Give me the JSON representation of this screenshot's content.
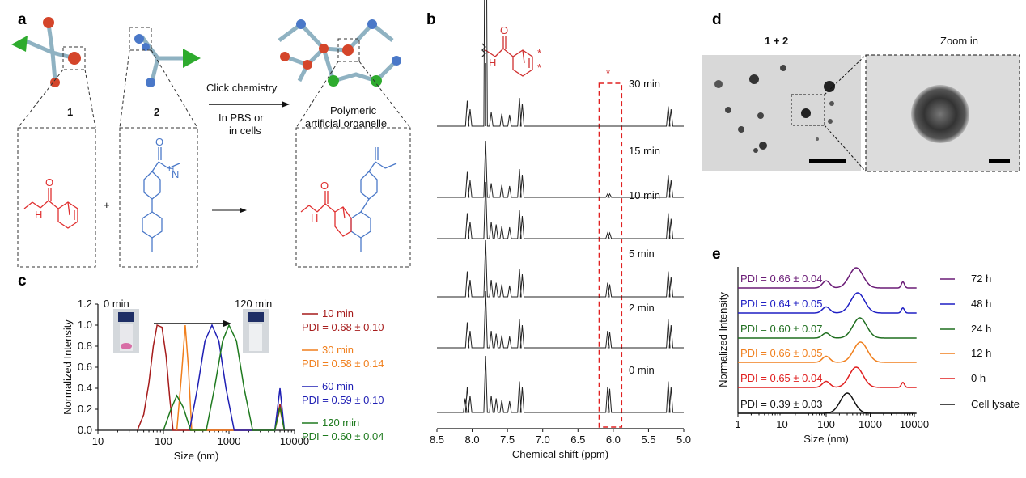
{
  "panels": {
    "a": "a",
    "b": "b",
    "c": "c",
    "d": "d",
    "e": "e"
  },
  "panel_a": {
    "compound1": "1",
    "compound2": "2",
    "arrow_line1": "Click chemistry",
    "arrow_line2": "In PBS or",
    "arrow_line3": "in cells",
    "product_line1": "Polymeric",
    "product_line2": "artificial organelle",
    "plus": "+",
    "struct_O": "O",
    "struct_H": "H",
    "struct_N": "N"
  },
  "panel_d": {
    "label_left": "1 + 2",
    "label_right": "Zoom in"
  },
  "chart_data": [
    {
      "id": "c",
      "type": "line",
      "xscale": "log",
      "xlabel": "Size (nm)",
      "ylabel": "Normalized Intensity",
      "xlim": [
        10,
        10000
      ],
      "ylim": [
        0.0,
        1.2
      ],
      "xticks": [
        "10",
        "100",
        "1000",
        "10000"
      ],
      "yticks": [
        "0.0",
        "0.2",
        "0.4",
        "0.6",
        "0.8",
        "1.0",
        "1.2"
      ],
      "inset_left": "0 min",
      "inset_right": "120 min",
      "series": [
        {
          "name": "10 min",
          "pdi": "PDI = 0.68 ± 0.10",
          "color": "#a61c1c",
          "points": [
            [
              40,
              0
            ],
            [
              50,
              0.15
            ],
            [
              60,
              0.45
            ],
            [
              70,
              0.8
            ],
            [
              80,
              1.0
            ],
            [
              95,
              0.98
            ],
            [
              110,
              0.7
            ],
            [
              125,
              0.3
            ],
            [
              140,
              0
            ],
            [
              5000,
              0
            ],
            [
              6000,
              0.25
            ],
            [
              7000,
              0
            ]
          ]
        },
        {
          "name": "30 min",
          "pdi": "PDI = 0.58 ± 0.14",
          "color": "#f07f1d",
          "points": [
            [
              160,
              0
            ],
            [
              190,
              0.55
            ],
            [
              215,
              1.0
            ],
            [
              240,
              0.6
            ],
            [
              270,
              0
            ],
            [
              5000,
              0
            ],
            [
              6000,
              0.2
            ],
            [
              7000,
              0
            ]
          ]
        },
        {
          "name": "60 min",
          "pdi": "PDI = 0.59 ± 0.10",
          "color": "#1f1fb4",
          "points": [
            [
              250,
              0
            ],
            [
              330,
              0.4
            ],
            [
              430,
              0.85
            ],
            [
              550,
              1.0
            ],
            [
              700,
              0.85
            ],
            [
              900,
              0.4
            ],
            [
              1200,
              0
            ],
            [
              5000,
              0
            ],
            [
              6000,
              0.4
            ],
            [
              7000,
              0
            ]
          ]
        },
        {
          "name": "120 min",
          "pdi": "PDI = 0.60 ± 0.04",
          "color": "#1f7a1f",
          "points": [
            [
              100,
              0
            ],
            [
              130,
              0.2
            ],
            [
              160,
              0.33
            ],
            [
              200,
              0.22
            ],
            [
              260,
              0
            ],
            [
              450,
              0
            ],
            [
              600,
              0.4
            ],
            [
              800,
              0.85
            ],
            [
              1000,
              1.0
            ],
            [
              1300,
              0.85
            ],
            [
              1700,
              0.4
            ],
            [
              2300,
              0
            ],
            [
              5000,
              0
            ],
            [
              6000,
              0.22
            ],
            [
              7000,
              0
            ]
          ]
        }
      ]
    },
    {
      "id": "b",
      "type": "line",
      "xlabel": "Chemical shift (ppm)",
      "ylabel": "",
      "xlim": [
        8.5,
        5.0
      ],
      "xticks": [
        "8.5",
        "8.0",
        "7.5",
        "7.0",
        "6.5",
        "6.0",
        "5.5",
        "5.0"
      ],
      "highlight_marker": "*",
      "highlight_range": [
        6.2,
        5.88
      ],
      "series": [
        {
          "name": "30 min",
          "peaks": [
            [
              8.07,
              0.45
            ],
            [
              8.03,
              0.3
            ],
            [
              7.81,
              1.0
            ],
            [
              7.73,
              0.25
            ],
            [
              7.58,
              0.22
            ],
            [
              7.47,
              0.2
            ],
            [
              7.33,
              0.5
            ],
            [
              7.29,
              0.4
            ],
            [
              5.22,
              0.35
            ],
            [
              5.18,
              0.3
            ]
          ]
        },
        {
          "name": "15 min",
          "peaks": [
            [
              8.07,
              0.45
            ],
            [
              8.03,
              0.3
            ],
            [
              7.81,
              1.0
            ],
            [
              7.73,
              0.25
            ],
            [
              7.58,
              0.22
            ],
            [
              7.47,
              0.2
            ],
            [
              7.33,
              0.5
            ],
            [
              7.29,
              0.4
            ],
            [
              6.08,
              0.06
            ],
            [
              6.05,
              0.06
            ],
            [
              5.22,
              0.4
            ],
            [
              5.18,
              0.3
            ]
          ]
        },
        {
          "name": "10 min",
          "peaks": [
            [
              8.07,
              0.45
            ],
            [
              8.03,
              0.3
            ],
            [
              7.81,
              1.0
            ],
            [
              7.73,
              0.3
            ],
            [
              7.66,
              0.25
            ],
            [
              7.58,
              0.22
            ],
            [
              7.47,
              0.2
            ],
            [
              7.33,
              0.5
            ],
            [
              7.29,
              0.4
            ],
            [
              6.08,
              0.1
            ],
            [
              6.05,
              0.1
            ],
            [
              5.22,
              0.45
            ],
            [
              5.18,
              0.35
            ]
          ]
        },
        {
          "name": "5 min",
          "peaks": [
            [
              8.07,
              0.45
            ],
            [
              8.03,
              0.3
            ],
            [
              7.81,
              1.0
            ],
            [
              7.73,
              0.3
            ],
            [
              7.66,
              0.25
            ],
            [
              7.58,
              0.22
            ],
            [
              7.47,
              0.2
            ],
            [
              7.33,
              0.5
            ],
            [
              7.29,
              0.4
            ],
            [
              6.08,
              0.25
            ],
            [
              6.05,
              0.22
            ],
            [
              5.22,
              0.45
            ],
            [
              5.18,
              0.35
            ]
          ]
        },
        {
          "name": "2 min",
          "peaks": [
            [
              8.07,
              0.45
            ],
            [
              8.03,
              0.3
            ],
            [
              7.81,
              1.0
            ],
            [
              7.73,
              0.3
            ],
            [
              7.66,
              0.25
            ],
            [
              7.58,
              0.22
            ],
            [
              7.47,
              0.2
            ],
            [
              7.33,
              0.5
            ],
            [
              7.29,
              0.4
            ],
            [
              6.08,
              0.3
            ],
            [
              6.05,
              0.28
            ],
            [
              5.22,
              0.5
            ],
            [
              5.18,
              0.4
            ]
          ]
        },
        {
          "name": "0 min",
          "peaks": [
            [
              8.1,
              0.25
            ],
            [
              8.07,
              0.45
            ],
            [
              8.03,
              0.3
            ],
            [
              7.81,
              1.0
            ],
            [
              7.73,
              0.3
            ],
            [
              7.66,
              0.25
            ],
            [
              7.58,
              0.22
            ],
            [
              7.47,
              0.2
            ],
            [
              7.33,
              0.55
            ],
            [
              7.29,
              0.45
            ],
            [
              6.08,
              0.45
            ],
            [
              6.05,
              0.42
            ],
            [
              5.22,
              0.55
            ],
            [
              5.18,
              0.45
            ]
          ]
        }
      ]
    },
    {
      "id": "e",
      "type": "line",
      "xscale": "log",
      "xlabel": "Size (nm)",
      "ylabel": "Normalized Intensity",
      "xlim": [
        1,
        10000
      ],
      "xticks": [
        "1",
        "10",
        "100",
        "1000",
        "10000"
      ],
      "series": [
        {
          "name": "72 h",
          "pdi": "PDI = 0.66 ± 0.04",
          "color": "#6a1b76",
          "peaks": [
            [
              100,
              0.35
            ],
            [
              480,
              1.0
            ],
            [
              5500,
              0.3
            ]
          ]
        },
        {
          "name": "48 h",
          "pdi": "PDI = 0.64 ± 0.05",
          "color": "#1f1fc4",
          "peaks": [
            [
              100,
              0.3
            ],
            [
              520,
              1.0
            ],
            [
              5500,
              0.25
            ]
          ]
        },
        {
          "name": "24 h",
          "pdi": "PDI = 0.60 ± 0.07",
          "color": "#1f6e1f",
          "peaks": [
            [
              100,
              0.25
            ],
            [
              580,
              1.0
            ]
          ]
        },
        {
          "name": "12 h",
          "pdi": "PDI = 0.66 ± 0.05",
          "color": "#f07f1d",
          "peaks": [
            [
              100,
              0.3
            ],
            [
              600,
              1.0
            ]
          ]
        },
        {
          "name": "0 h",
          "pdi": "PDI = 0.65 ± 0.04",
          "color": "#e01f1f",
          "peaks": [
            [
              100,
              0.3
            ],
            [
              480,
              1.0
            ],
            [
              5500,
              0.25
            ]
          ]
        },
        {
          "name": "Cell lysate",
          "pdi": "PDI = 0.39 ± 0.03",
          "color": "#111111",
          "peaks": [
            [
              300,
              1.0
            ]
          ]
        }
      ]
    }
  ]
}
